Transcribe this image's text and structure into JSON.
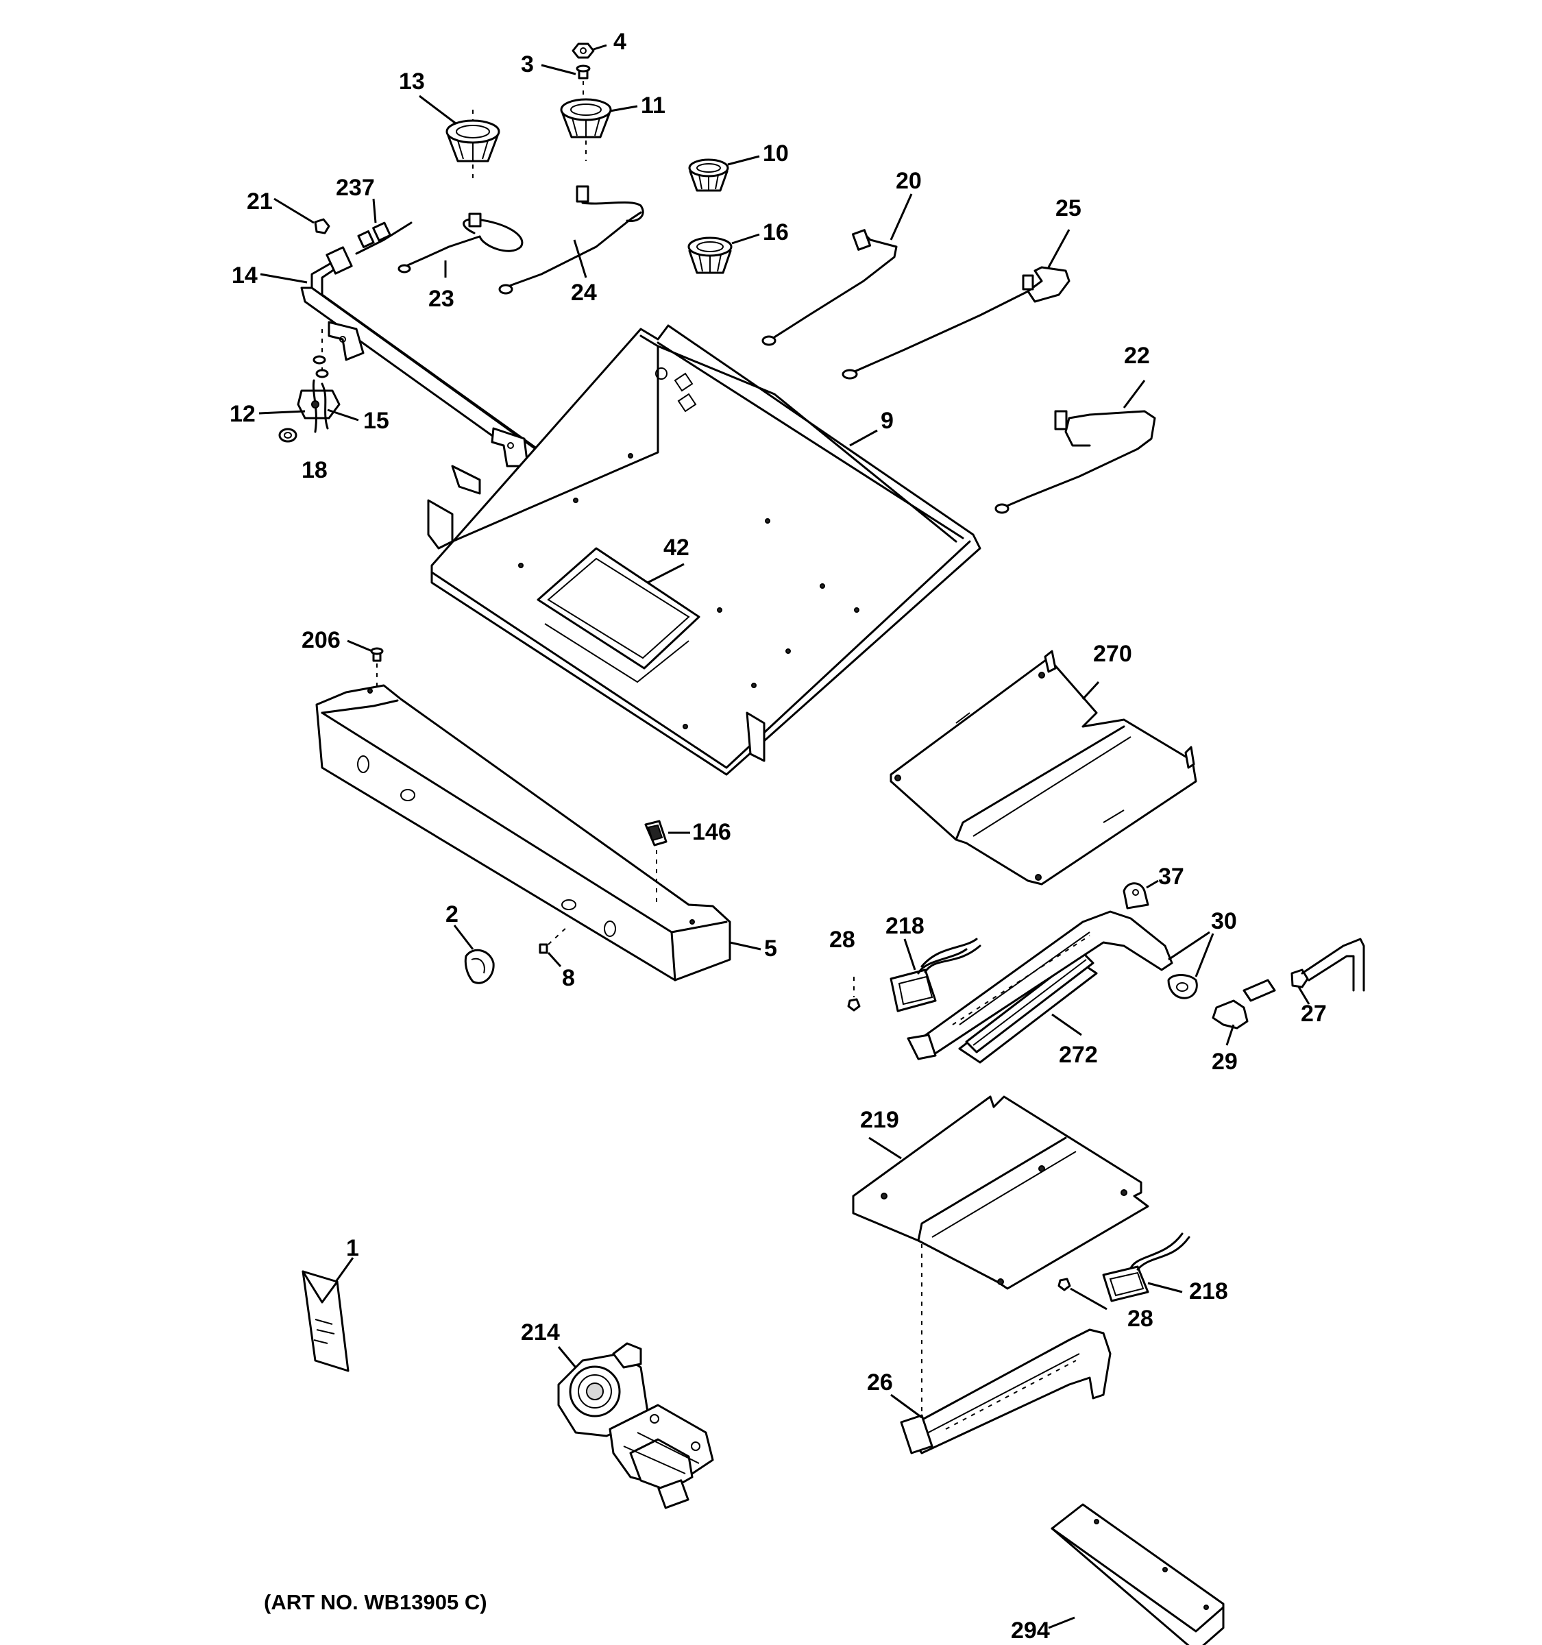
{
  "callouts": {
    "p1": "1",
    "p2": "2",
    "p3": "3",
    "p4": "4",
    "p5": "5",
    "p8": "8",
    "p9": "9",
    "p10": "10",
    "p11": "11",
    "p12": "12",
    "p13": "13",
    "p14": "14",
    "p15": "15",
    "p16": "16",
    "p18": "18",
    "p20": "20",
    "p21": "21",
    "p22": "22",
    "p23": "23",
    "p24": "24",
    "p25": "25",
    "p26": "26",
    "p27": "27",
    "p28a": "28",
    "p28b": "28",
    "p29": "29",
    "p30": "30",
    "p37": "37",
    "p42": "42",
    "p146": "146",
    "p206": "206",
    "p214": "214",
    "p218a": "218",
    "p218b": "218",
    "p219": "219",
    "p237": "237",
    "p270": "270",
    "p272": "272",
    "p294": "294"
  },
  "caption": "(ART NO. WB13905 C)"
}
